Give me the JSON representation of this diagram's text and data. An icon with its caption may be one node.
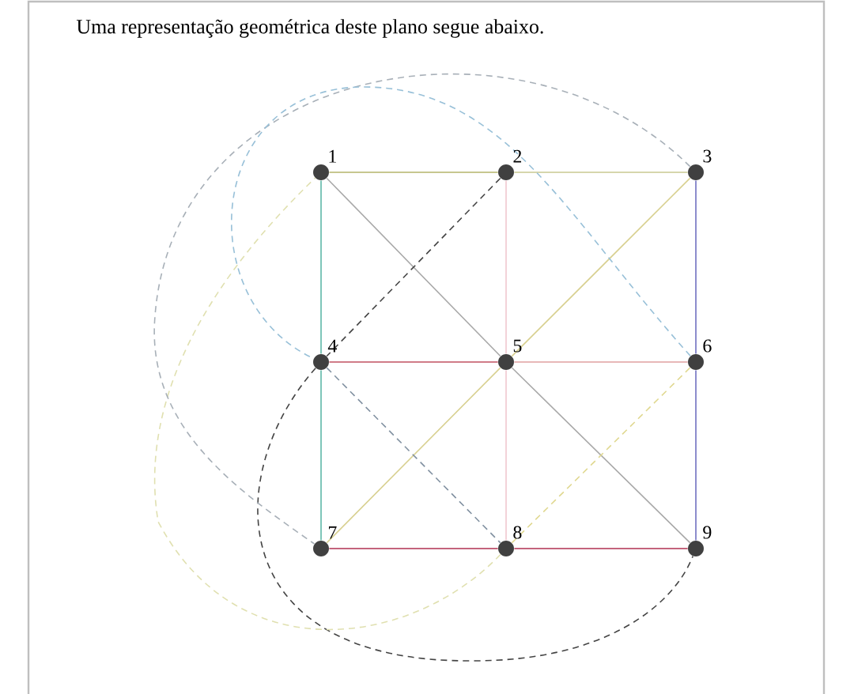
{
  "diagram": {
    "title": "Uma representação geométrica deste plano segue abaixo.",
    "nodes": [
      {
        "text": [],
        "shape": "circle",
        "beside": [
          "1"
        ]
      },
      {
        "text": [],
        "shape": "circle",
        "beside": [
          "2"
        ]
      },
      {
        "text": [],
        "shape": "circle",
        "beside": [
          "3"
        ]
      },
      {
        "text": [],
        "shape": "circle",
        "beside": [
          "4"
        ]
      },
      {
        "text": [],
        "shape": "circle",
        "beside": [
          "5"
        ]
      },
      {
        "text": [],
        "shape": "circle",
        "beside": [
          "6"
        ]
      },
      {
        "text": [],
        "shape": "circle",
        "beside": [
          "7"
        ]
      },
      {
        "text": [],
        "shape": "circle",
        "beside": [
          "8"
        ]
      },
      {
        "text": [],
        "shape": "circle",
        "beside": [
          "9"
        ]
      }
    ],
    "edges": [
      {
        "from": 0,
        "to": 1,
        "arrow": "none",
        "color": "#b5b56a"
      },
      {
        "from": 1,
        "to": 2,
        "arrow": "none",
        "color": "#c8c890"
      },
      {
        "from": 0,
        "to": 3,
        "arrow": "none",
        "color": "#5fb8a8"
      },
      {
        "from": 3,
        "to": 6,
        "arrow": "none",
        "color": "#5fb8a8"
      },
      {
        "from": 0,
        "to": 4,
        "arrow": "none",
        "color": "#a8a8a8"
      },
      {
        "from": 4,
        "to": 8,
        "arrow": "none",
        "color": "#a8a8a8"
      },
      {
        "from": 1,
        "to": 4,
        "arrow": "none",
        "color": "#f0c8d0"
      },
      {
        "from": 4,
        "to": 7,
        "arrow": "none",
        "color": "#f0c8d0"
      },
      {
        "from": 2,
        "to": 4,
        "arrow": "none",
        "color": "#d8d090"
      },
      {
        "from": 4,
        "to": 6,
        "arrow": "none",
        "color": "#d8d090"
      },
      {
        "from": 2,
        "to": 5,
        "arrow": "none",
        "color": "#7070c0"
      },
      {
        "from": 5,
        "to": 8,
        "arrow": "none",
        "color": "#7070c0"
      },
      {
        "from": 3,
        "to": 4,
        "arrow": "none",
        "color": "#c05060"
      },
      {
        "from": 4,
        "to": 5,
        "arrow": "none",
        "color": "#e0a0a0"
      },
      {
        "from": 6,
        "to": 7,
        "arrow": "none",
        "color": "#b03050"
      },
      {
        "from": 7,
        "to": 8,
        "arrow": "none",
        "color": "#b03050"
      },
      {
        "from": 1,
        "to": 3,
        "arrow": "none",
        "style": "dashed",
        "color": "#444444"
      },
      {
        "from": 3,
        "to": 8,
        "arrow": "none",
        "style": "dashed",
        "color": "#444444"
      },
      {
        "from": 5,
        "to": 7,
        "arrow": "none",
        "style": "dashed",
        "color": "#e0d890"
      },
      {
        "from": 7,
        "to": 0,
        "arrow": "none",
        "style": "dashed",
        "color": "#e0e0b0"
      },
      {
        "from": 2,
        "to": 6,
        "arrow": "none",
        "style": "dashed",
        "color": "#a8b0b8"
      },
      {
        "from": 5,
        "to": 3,
        "arrow": "none",
        "style": "dashed",
        "color": "#98c0d8"
      },
      {
        "from": 3,
        "to": 7,
        "arrow": "none",
        "style": "dashed",
        "color": "#8090a0"
      }
    ]
  }
}
